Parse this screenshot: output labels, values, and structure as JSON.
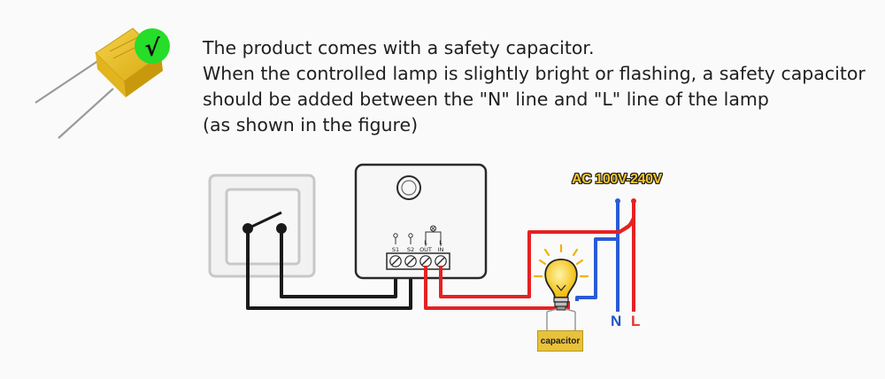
{
  "intro": {
    "lines": [
      "The product comes with a safety capacitor.",
      "When the controlled lamp is slightly bright or flashing, a safety capacitor",
      "should be added between the \"N\" line and \"L\" line of the lamp",
      "(as shown in the figure)"
    ]
  },
  "badge": {
    "check_glyph": "√",
    "color": "#22dd22"
  },
  "diagram": {
    "ac_label": "AC 100V-240V",
    "n_label": "N",
    "l_label": "L",
    "capacitor_label": "capacitor",
    "terminals": {
      "s1": "S1",
      "s2": "S2",
      "out": "OUT",
      "in": "IN",
      "l_left": "L",
      "l_right": "L"
    },
    "colors": {
      "live": "#e52222",
      "neutral": "#2a5bd6",
      "switch_wire": "#1a1a1a",
      "capacitor": "#e9c23b",
      "bulb": "#f2c318"
    }
  }
}
